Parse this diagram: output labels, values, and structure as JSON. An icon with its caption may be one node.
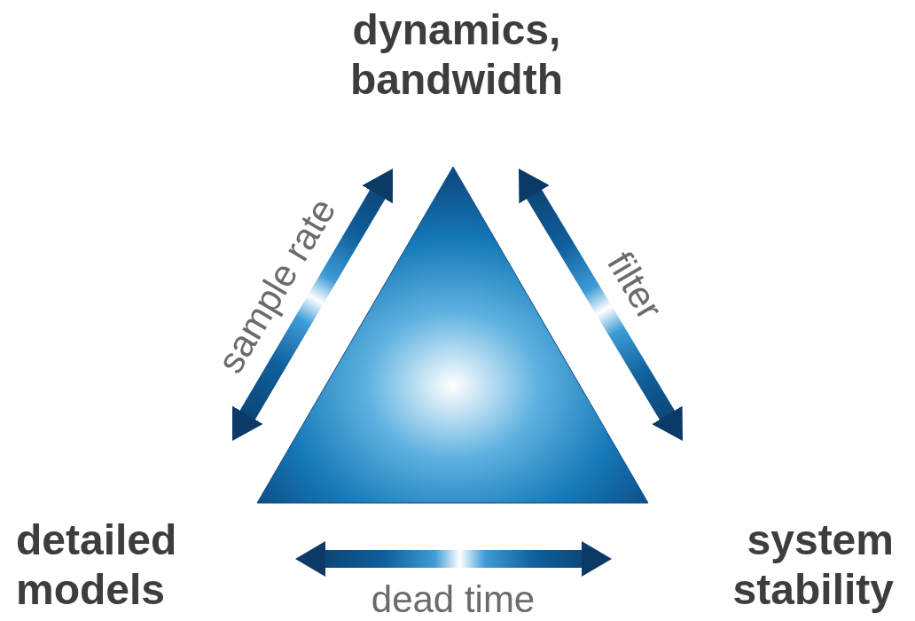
{
  "diagram": {
    "nodes": [
      {
        "text": [
          "dynamics, bandwidth"
        ]
      },
      {
        "text": [
          "detailed models"
        ]
      },
      {
        "text": [
          "system stability"
        ]
      }
    ],
    "edges": [
      {
        "from": 1,
        "to": 0,
        "arrow": "both",
        "label": "sample rate"
      },
      {
        "from": 0,
        "to": 2,
        "arrow": "both",
        "label": "filter"
      },
      {
        "from": 1,
        "to": 2,
        "arrow": "both",
        "label": "dead time"
      }
    ]
  }
}
